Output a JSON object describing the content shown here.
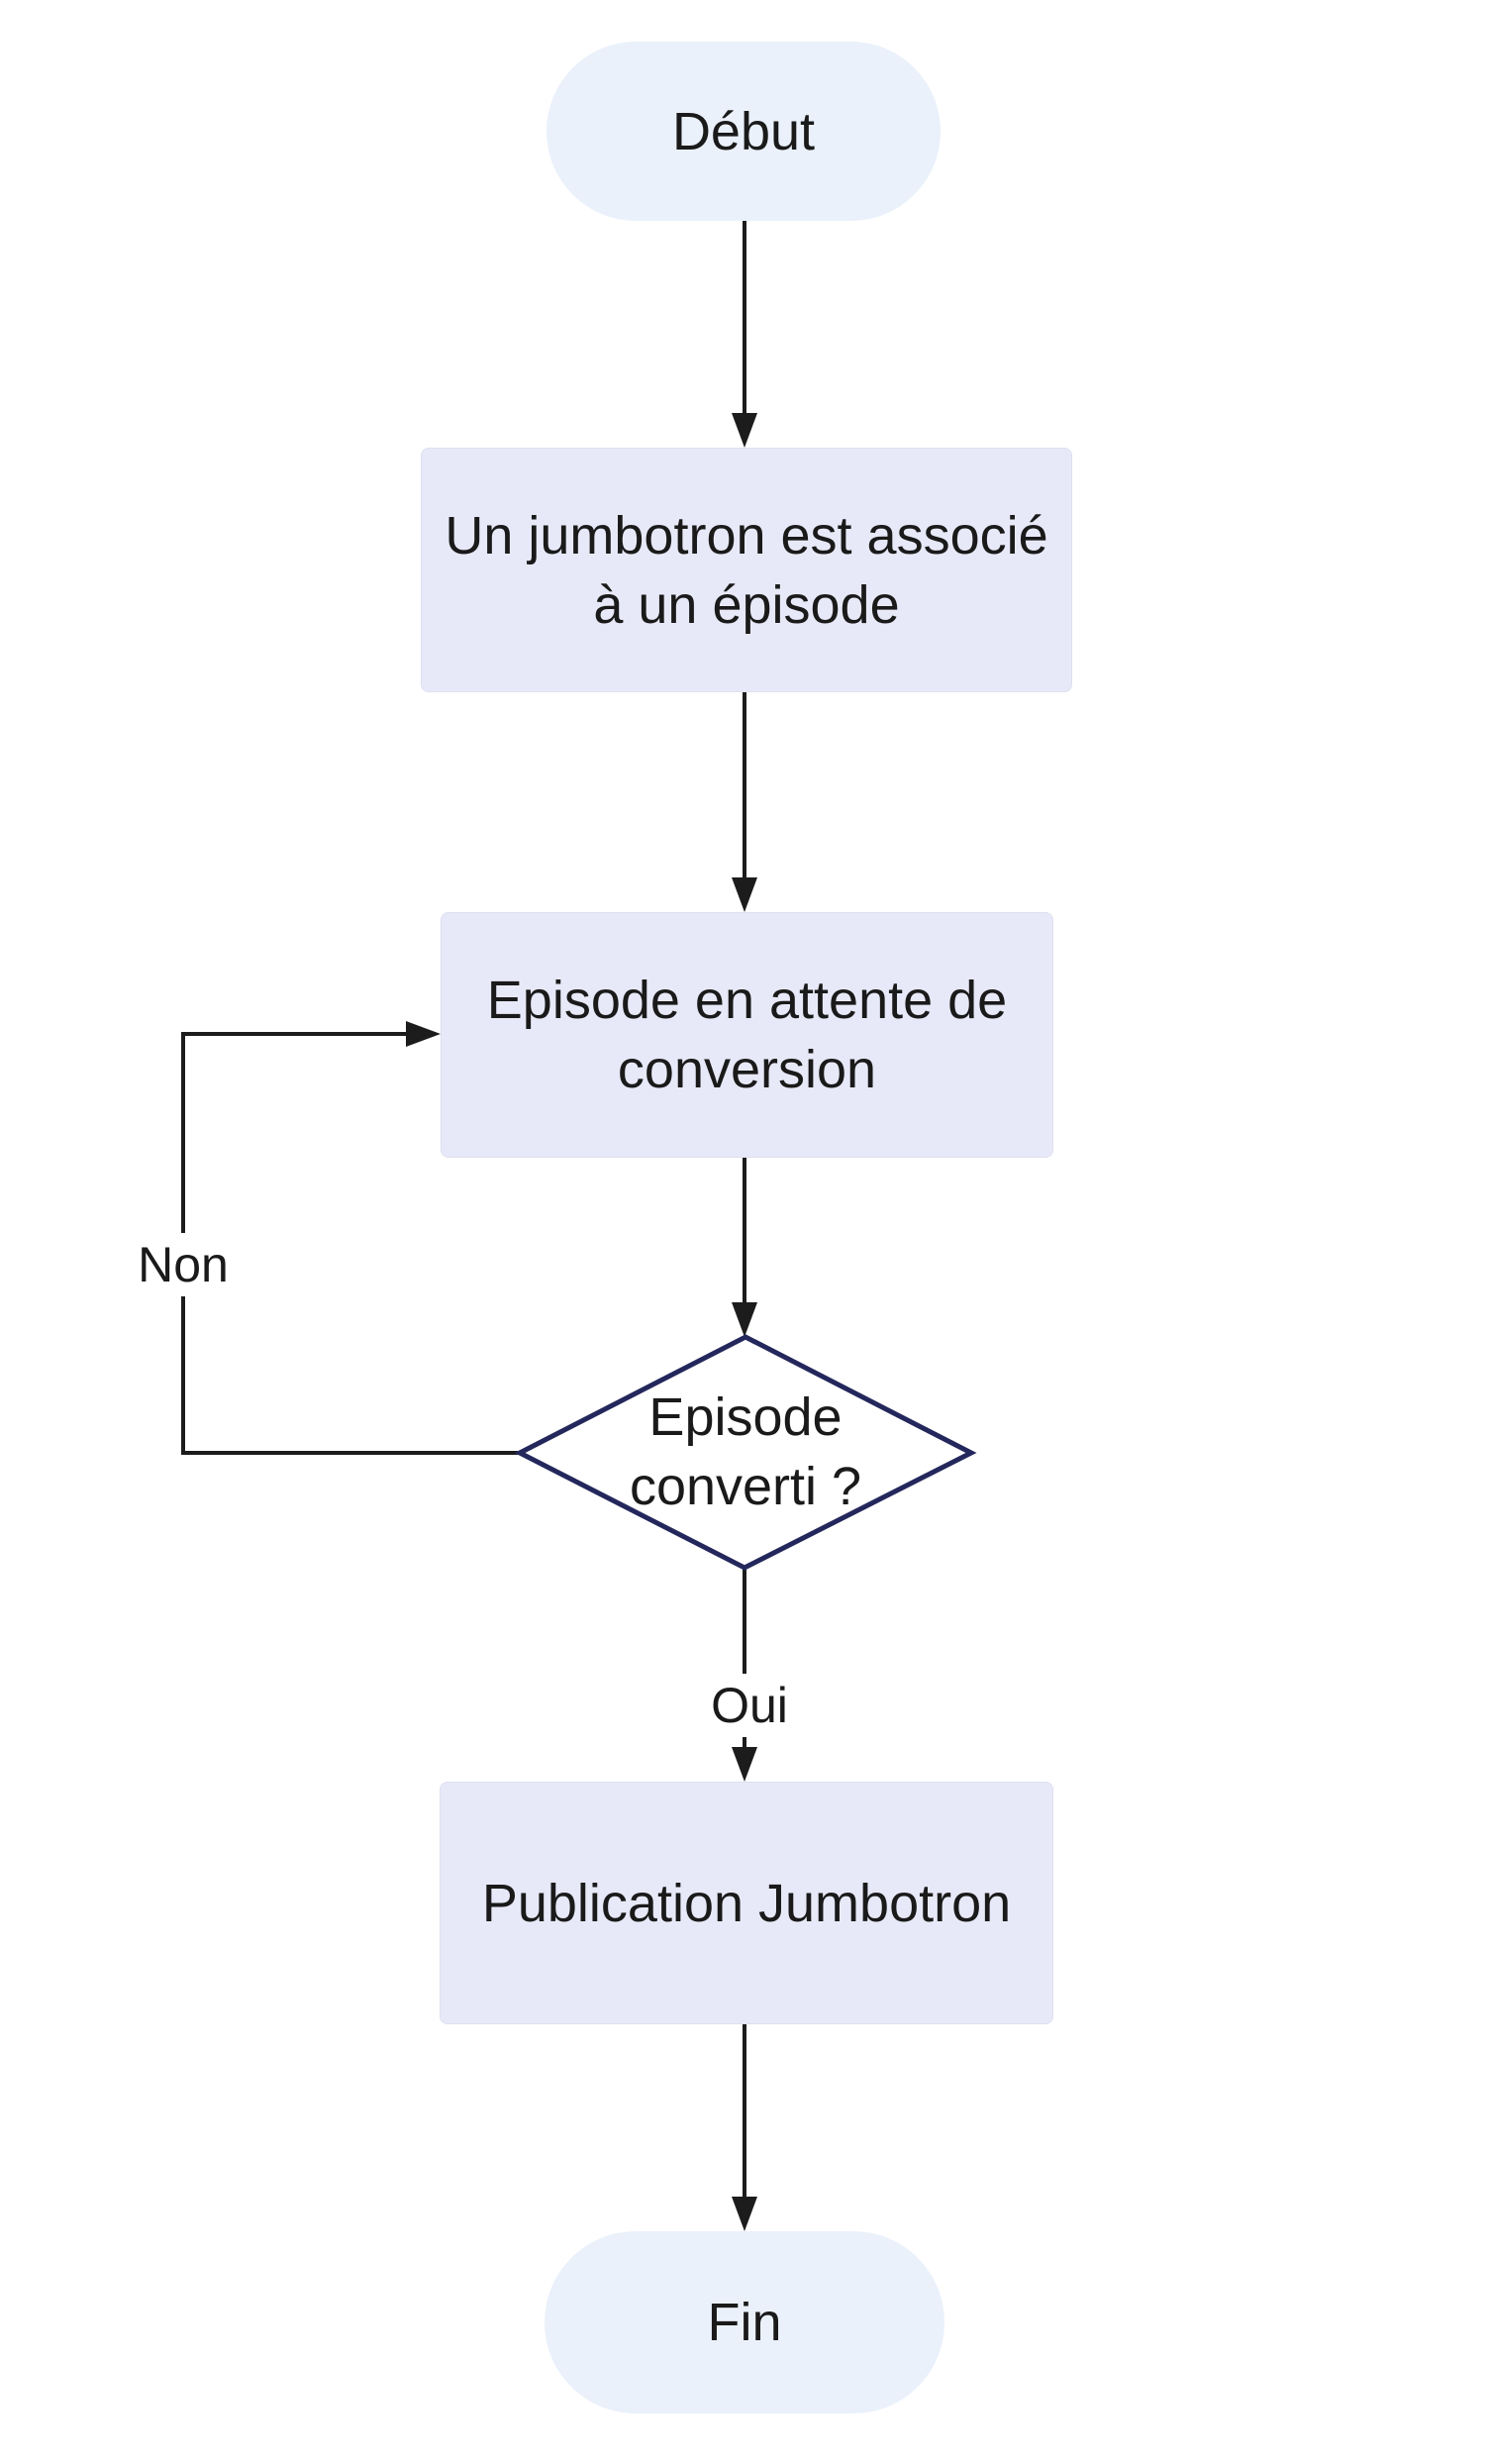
{
  "diagram": {
    "nodes": {
      "start": {
        "label": "Début",
        "shape": "stadium"
      },
      "associate": {
        "label": "Un jumbotron est associé à un épisode",
        "shape": "rectangle"
      },
      "waiting": {
        "label": "Episode en attente de conversion",
        "shape": "rectangle"
      },
      "decision": {
        "label": "Episode converti ?",
        "shape": "diamond"
      },
      "publish": {
        "label": "Publication Jumbotron",
        "shape": "rectangle"
      },
      "end": {
        "label": "Fin",
        "shape": "stadium"
      }
    },
    "edge_labels": {
      "yes": "Oui",
      "no": "Non"
    },
    "colors": {
      "terminal_fill": "#EAF1FB",
      "process_fill": "#E8E9F8",
      "decision_fill": "#FFFFFF",
      "decision_stroke": "#23275B",
      "edge_stroke": "#1C1C1C",
      "text": "#1A1A1A",
      "background": "#FFFFFF"
    }
  }
}
